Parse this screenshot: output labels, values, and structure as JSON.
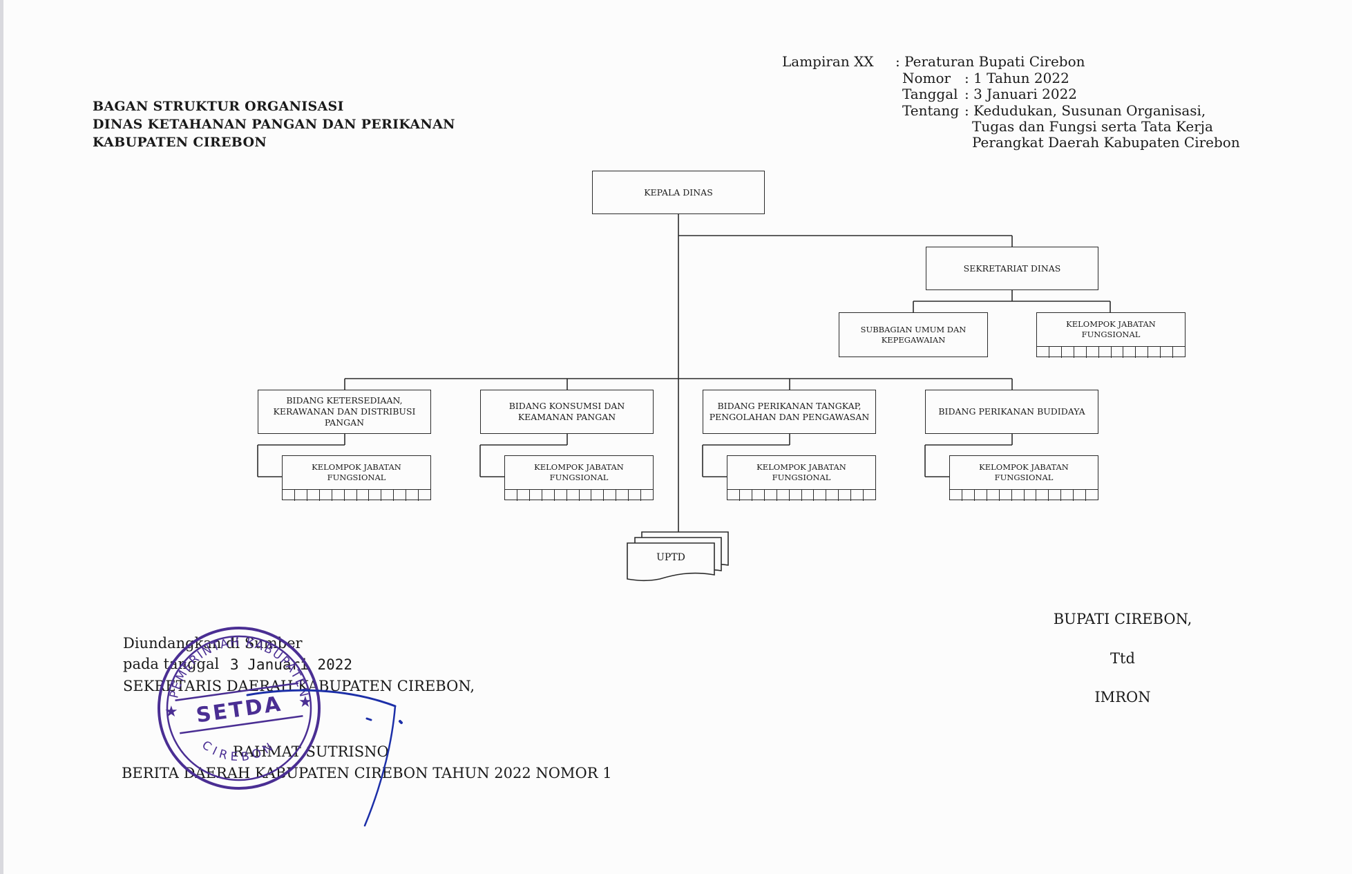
{
  "lampiran": {
    "label": "Lampiran XX",
    "regulation": ": Peraturan Bupati Cirebon",
    "nomor_label": "Nomor",
    "nomor_value": ": 1 Tahun 2022",
    "tanggal_label": "Tanggal",
    "tanggal_value": ": 3 Januari 2022",
    "tentang_label": "Tentang",
    "tentang_line1": ": Kedudukan, Susunan Organisasi,",
    "tentang_line2": "Tugas dan Fungsi serta Tata Kerja",
    "tentang_line3": "Perangkat Daerah Kabupaten Cirebon"
  },
  "title": {
    "line1": "BAGAN STRUKTUR ORGANISASI",
    "line2": "DINAS KETAHANAN PANGAN DAN PERIKANAN",
    "line3": "KABUPATEN CIREBON"
  },
  "org": {
    "kepala": "KEPALA DINAS",
    "sekretariat": "SEKRETARIAT DINAS",
    "subbagian": "SUBBAGIAN UMUM DAN KEPEGAWAIAN",
    "kjf": "KELOMPOK JABATAN FUNGSIONAL",
    "bidang1": "BIDANG KETERSEDIAAN, KERAWANAN DAN DISTRIBUSI PANGAN",
    "bidang2": "BIDANG KONSUMSI DAN KEAMANAN PANGAN",
    "bidang3": "BIDANG PERIKANAN TANGKAP, PENGOLAHAN DAN PENGAWASAN",
    "bidang4": "BIDANG PERIKANAN BUDIDAYA",
    "uptd": "UPTD"
  },
  "footer": {
    "diundangkan": "Diundangkan di Sumber",
    "pada_tanggal_label": "pada tanggal",
    "pada_tanggal_value": "3 Januari 2022",
    "sekda": "SEKRETARIS DAERAH KABUPATEN CIREBON,",
    "sekda_name": "RAHMAT SUTRISNO",
    "berita": "BERITA DAERAH KABUPATEN CIREBON TAHUN 2022 NOMOR 1"
  },
  "signature": {
    "title": "BUPATI CIREBON,",
    "ttd": "Ttd",
    "name": "IMRON"
  },
  "stamp": {
    "center_text": "SETDA",
    "ring_text_top": "PEMERINTAH KABUPATEN",
    "ring_text_bottom": "CIREBON",
    "color": "#4a2e93"
  }
}
